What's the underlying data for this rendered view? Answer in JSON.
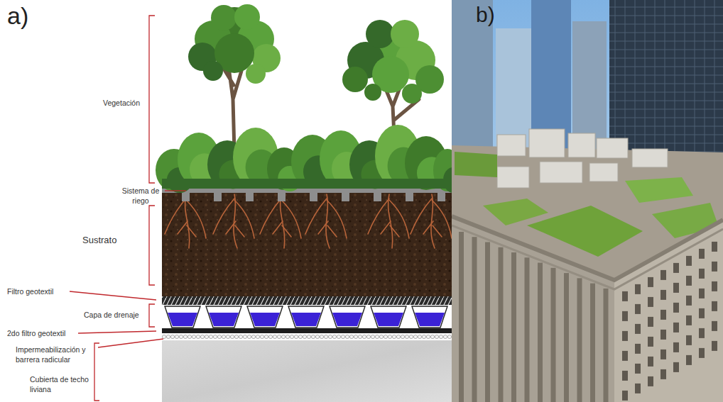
{
  "diagram": {
    "labels": [
      "a)",
      "Vegetación",
      "Sistema de riego",
      "Sustrato",
      "Filtro geotextil",
      "Capa de drenaje",
      "2do filtro geotextil",
      "Impermeabilización y barrera radicular",
      "Cubierta de techo liviana",
      "b)"
    ]
  }
}
